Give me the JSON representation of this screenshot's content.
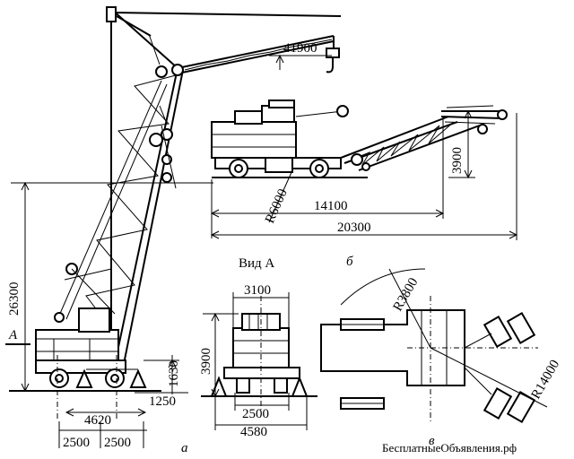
{
  "diagram": {
    "panel_a": {
      "label": "а",
      "section_marker": "A",
      "dims": {
        "hook_height": "41900",
        "lift_height": "26300",
        "track_height": "1630",
        "rail_offset": "1250",
        "wheelbase": "4620",
        "gauge_left": "2500",
        "gauge_right": "2500"
      }
    },
    "panel_b": {
      "label": "б",
      "dims": {
        "outreach": "14100",
        "overall_length": "20300",
        "tail_radius": "R6000",
        "boom_height": "3900"
      }
    },
    "view_a": {
      "title": "Вид А",
      "dims": {
        "top_width": "3100",
        "height": "3900",
        "rail_width": "2500",
        "base_width": "4580"
      }
    },
    "panel_v": {
      "label": "в",
      "dims": {
        "inner_radius": "R3800",
        "outer_radius": "R14000"
      }
    }
  },
  "watermark": "БесплатныеОбъявления.рф"
}
